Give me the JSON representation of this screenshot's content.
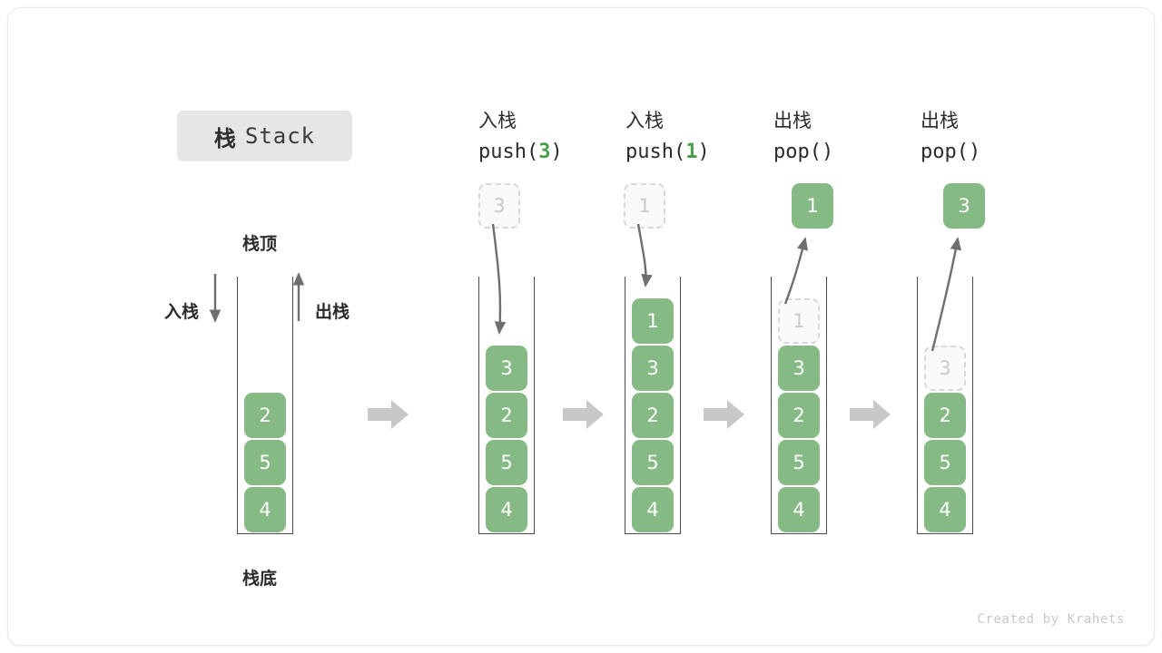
{
  "title": {
    "cn": "栈",
    "en": "Stack"
  },
  "labels": {
    "top": "栈顶",
    "bottom": "栈底",
    "push_side": "入栈",
    "pop_side": "出栈"
  },
  "colors": {
    "cell_fill": "#85ba85",
    "cell_text": "#ffffff",
    "ghost_border": "#d8d8d8",
    "ghost_text": "#c9c9c9",
    "wall": "#4a4a4a",
    "arrow": "#6f6f6f",
    "block_arrow": "#c8c8c8",
    "badge_bg": "#e6e6e6",
    "accent_green": "#4a9e4a"
  },
  "initial_stack": {
    "name": "initial",
    "values": [
      "2",
      "5",
      "4"
    ]
  },
  "steps": [
    {
      "id": "push-3",
      "op_cn": "入栈",
      "op_fn": "push(",
      "op_arg": "3",
      "op_close": ")",
      "float_value": "3",
      "float_kind": "ghost",
      "arrow": "down",
      "values": [
        "3",
        "2",
        "5",
        "4"
      ],
      "ghosts": []
    },
    {
      "id": "push-1",
      "op_cn": "入栈",
      "op_fn": "push(",
      "op_arg": "1",
      "op_close": ")",
      "float_value": "1",
      "float_kind": "ghost",
      "arrow": "down",
      "values": [
        "1",
        "3",
        "2",
        "5",
        "4"
      ],
      "ghosts": []
    },
    {
      "id": "pop-1",
      "op_cn": "出栈",
      "op_fn": "pop(",
      "op_arg": "",
      "op_close": ")",
      "float_value": "1",
      "float_kind": "filled",
      "arrow": "up",
      "values": [
        "1",
        "3",
        "2",
        "5",
        "4"
      ],
      "ghosts": [
        "1"
      ]
    },
    {
      "id": "pop-2",
      "op_cn": "出栈",
      "op_fn": "pop(",
      "op_arg": "",
      "op_close": ")",
      "float_value": "3",
      "float_kind": "filled",
      "arrow": "up",
      "values": [
        "3",
        "2",
        "5",
        "4"
      ],
      "ghosts": [
        "3"
      ]
    }
  ],
  "credit": "Created by Krahets"
}
